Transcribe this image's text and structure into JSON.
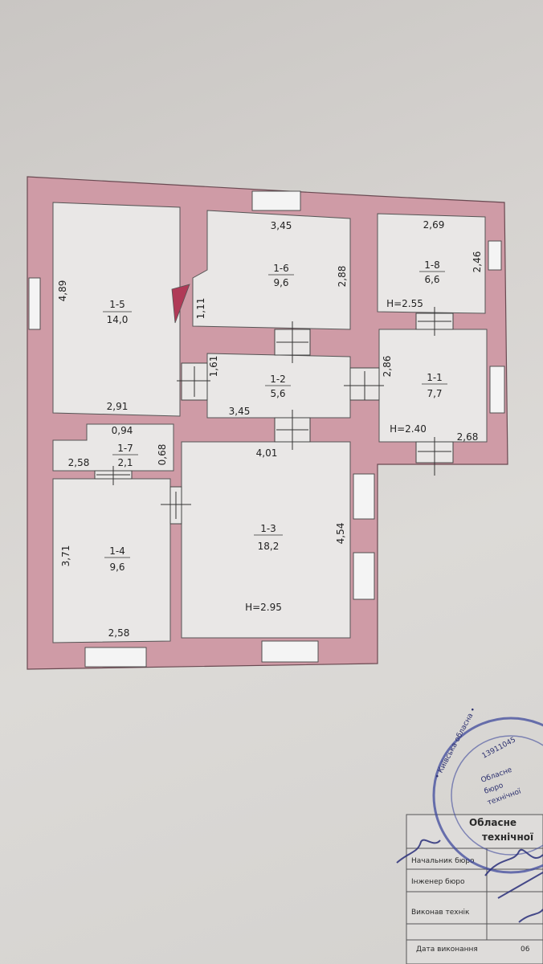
{
  "rooms": [
    {
      "id": "1-5",
      "area": "14,0"
    },
    {
      "id": "1-6",
      "area": "9,6"
    },
    {
      "id": "1-8",
      "area": "6,6"
    },
    {
      "id": "1-2",
      "area": "5,6"
    },
    {
      "id": "1-1",
      "area": "7,7"
    },
    {
      "id": "1-7",
      "area": "2,1"
    },
    {
      "id": "1-4",
      "area": "9,6"
    },
    {
      "id": "1-3",
      "area": "18,2"
    }
  ],
  "dimensions": {
    "d_489": "4,89",
    "d_291": "2,91",
    "d_345_top": "3,45",
    "d_288": "2,88",
    "d_111": "1,11",
    "d_269": "2,69",
    "d_246": "2,46",
    "h_255": "H=2.55",
    "d_161": "1,61",
    "d_345_mid": "3,45",
    "d_286": "2,86",
    "h_240": "H=2.40",
    "d_268": "2,68",
    "d_094": "0,94",
    "d_068": "0,68",
    "d_258_a": "2,58",
    "d_401": "4,01",
    "d_371": "3,71",
    "d_258_b": "2,58",
    "d_454": "4,54",
    "h_295": "H=2.95"
  },
  "stamp": {
    "ring_text": "• Київська обласна • ",
    "code": "13911045",
    "center_lines": [
      "Обласне",
      "бюро",
      "технічної"
    ]
  },
  "title_block": {
    "rows": [
      "Начальник бюро",
      "Інженер бюро",
      "Виконав технік"
    ],
    "date_label": "Дата виконання",
    "date_value": "06",
    "org_fragment": "Обласне",
    "org_fragment2": "технічної"
  },
  "colors": {
    "wall": "#cf9ba6",
    "room": "#e9e7e6",
    "window": "#f4f4f4",
    "line": "#444"
  }
}
